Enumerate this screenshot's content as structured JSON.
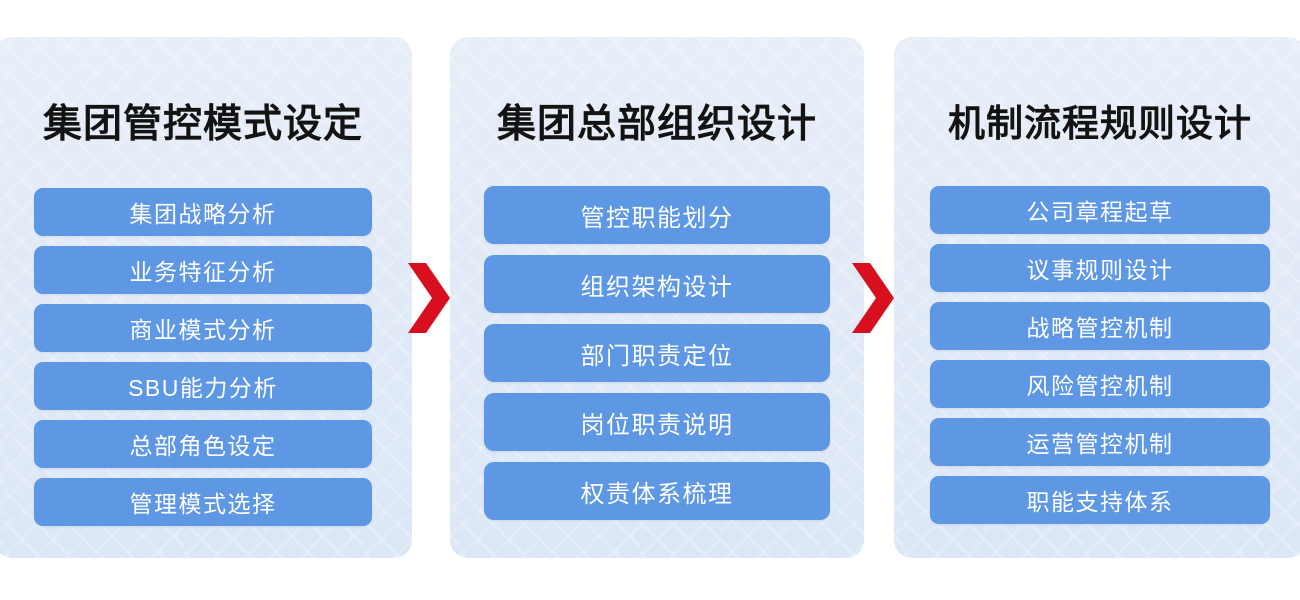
{
  "theme": {
    "page_background": "#ffffff",
    "card_background_top": "#e7eef8",
    "card_background_bottom": "#dce7f6",
    "item_color": "#5e97e3",
    "item_text_color": "#ffffff",
    "title_color": "#131313",
    "arrow_color": "#d80f1f"
  },
  "diagram": {
    "type": "three-stage-process-flow",
    "columns": [
      {
        "title": "集团管控模式设定",
        "items": [
          "集团战略分析",
          "业务特征分析",
          "商业模式分析",
          "SBU能力分析",
          "总部角色设定",
          "管理模式选择"
        ]
      },
      {
        "title": "集团总部组织设计",
        "items": [
          "管控职能划分",
          "组织架构设计",
          "部门职责定位",
          "岗位职责说明",
          "权责体系梳理"
        ]
      },
      {
        "title": "机制流程规则设计",
        "items": [
          "公司章程起草",
          "议事规则设计",
          "战略管控机制",
          "风险管控机制",
          "运营管控机制",
          "职能支持体系"
        ]
      }
    ],
    "connectors": [
      {
        "icon": "chevron-right-arrow-icon",
        "from": 0,
        "to": 1
      },
      {
        "icon": "chevron-right-arrow-icon",
        "from": 1,
        "to": 2
      }
    ]
  }
}
